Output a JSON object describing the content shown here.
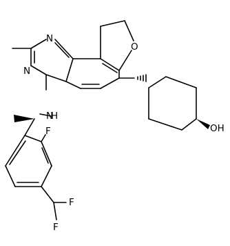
{
  "atoms": {
    "n1": "N",
    "n3": "N",
    "o_furan": "O",
    "nh_n": "N",
    "nh_h": "H",
    "f_aryl": "F",
    "f_top": "F",
    "f_bottom": "F",
    "oh": "OH"
  },
  "colors": {
    "bond": "#000000",
    "label": "#000000",
    "background": "#ffffff"
  }
}
